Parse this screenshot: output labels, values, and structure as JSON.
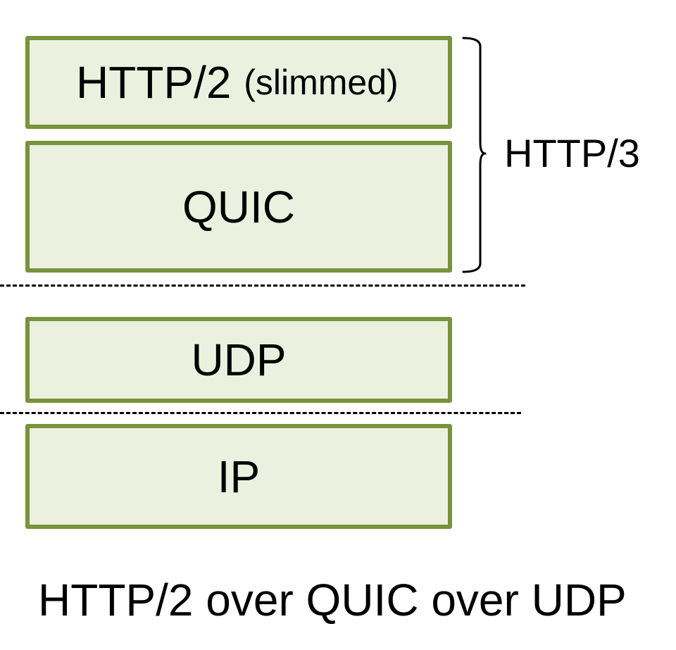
{
  "diagram": {
    "layers": {
      "http2": {
        "label": "HTTP/2",
        "note": "(slimmed)"
      },
      "quic": {
        "label": "QUIC"
      },
      "udp": {
        "label": "UDP"
      },
      "ip": {
        "label": "IP"
      }
    },
    "bracket_label": "HTTP/3",
    "caption": "HTTP/2 over QUIC over UDP",
    "colors": {
      "box_border": "#77933c",
      "box_fill": "#ebf1de",
      "text": "#000000"
    }
  }
}
